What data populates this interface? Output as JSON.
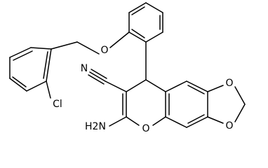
{
  "colors": {
    "bond": "#000000",
    "background": "#ffffff"
  },
  "molecule": {
    "labels": {
      "oxygen_ether": "O",
      "chlorine": "Cl",
      "nitrogen_nitrile": "N",
      "amine": "H2N",
      "oxygen_pyran": "O",
      "oxygen_dioxole_top": "O",
      "oxygen_dioxole_bottom": "O"
    }
  }
}
